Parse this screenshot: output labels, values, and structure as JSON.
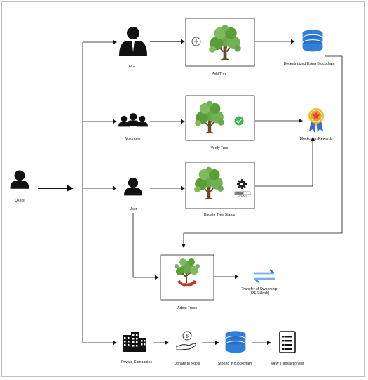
{
  "actors": {
    "users": "Users",
    "ngo": "NGO",
    "volunteer": "Volunteer",
    "user": "User",
    "private_companies": "Private Companies"
  },
  "steps": {
    "add_tree": "Add Tree",
    "verify_tree": "Verify Tree",
    "update_tree_status": "Update Tree Status",
    "update_badge": "UPDATE",
    "adopt_trees": "Adopt Trees",
    "transfer_of_ownership": "Transfer of Ownership",
    "transfer_note": "(IPFS Hash)",
    "donate_to_ngos": "Donate to Ngo's",
    "storing_in_blockchain": "Storing in Blockchain",
    "view_transaction_list": "View Transaction list"
  },
  "outcomes": {
    "decentralized": "Decentralized Using Blockchain",
    "rewards": "Blockchain Rewards"
  },
  "colors": {
    "blockchain_blue": "#2f7fd8",
    "check_green": "#3cb94a",
    "badge_red": "#e23b3b",
    "badge_gold": "#f2b92c",
    "ribbon_blue": "#3a6fc4",
    "leaf_green": "#5a9e3a",
    "trunk_brown": "#6b4a2b"
  },
  "icons": [
    "person-icon",
    "group-icon",
    "building-icon",
    "donation-hand-icon",
    "database-icon",
    "tree-icon",
    "check-icon",
    "gear-icon",
    "award-badge-icon",
    "plus-icon",
    "transfer-arrows-icon",
    "document-list-icon"
  ]
}
